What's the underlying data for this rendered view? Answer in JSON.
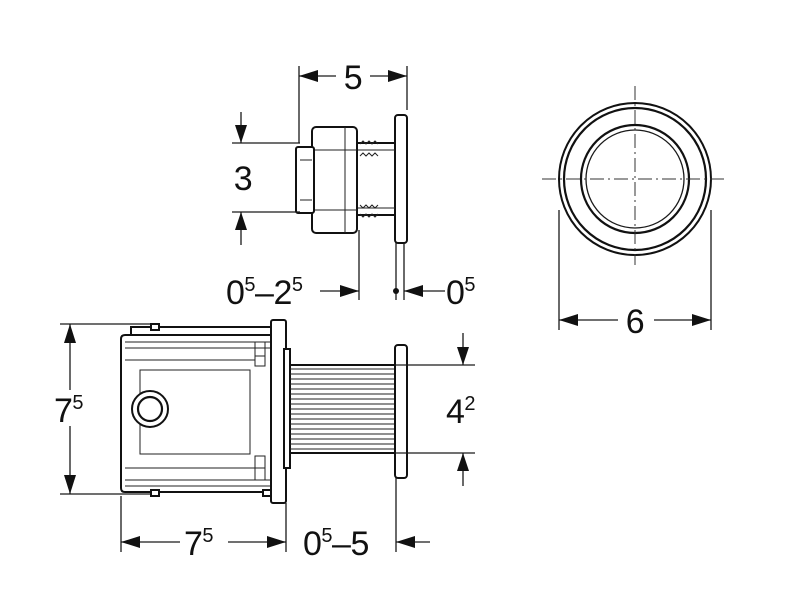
{
  "dimensions": {
    "top_width": "5",
    "side_height": "3",
    "side_offset_main": "0",
    "side_offset_main_sup": "5",
    "side_offset_dash": "–2",
    "side_offset_dash_sup": "5",
    "plate_thickness_main": "0",
    "plate_thickness_sup": "5",
    "button_diameter": "6",
    "box_height_main": "7",
    "box_height_sup": "5",
    "sleeve_diameter_main": "4",
    "sleeve_diameter_sup": "2",
    "box_depth_main": "7",
    "box_depth_sup": "5",
    "extension_main": "0",
    "extension_sup": "5",
    "extension_dash": "–5"
  }
}
